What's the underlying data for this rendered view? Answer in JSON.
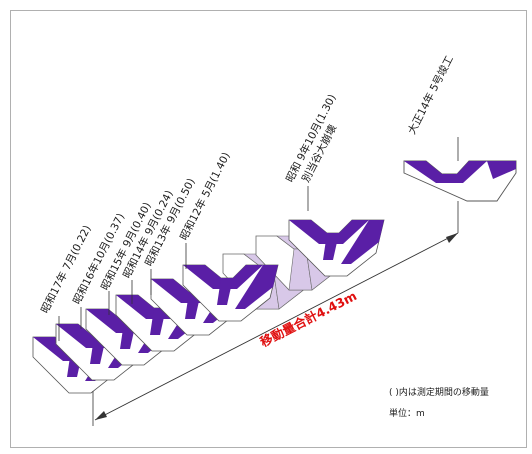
{
  "diagram": {
    "labels": [
      "大正14年 5号竣工",
      "昭和 9年10月(1.30)",
      "別当谷大崩壊",
      "昭和12年 5月(1.40)",
      "昭和13年 9月(0.50)",
      "昭和14年 9月(0.24)",
      "昭和15年 9月(0.40)",
      "昭和16年10月(0.37)",
      "昭和17年 7月(0.22)"
    ],
    "total_label": "移動量合計4.43m",
    "note_line1": "(   )内は測定期間の移動量",
    "note_line2": "単位：m"
  },
  "colors": {
    "channel_dark": "#5a1fa6",
    "channel_light": "#d8c8e8",
    "total_text": "#e01010",
    "leader": "#333333"
  }
}
